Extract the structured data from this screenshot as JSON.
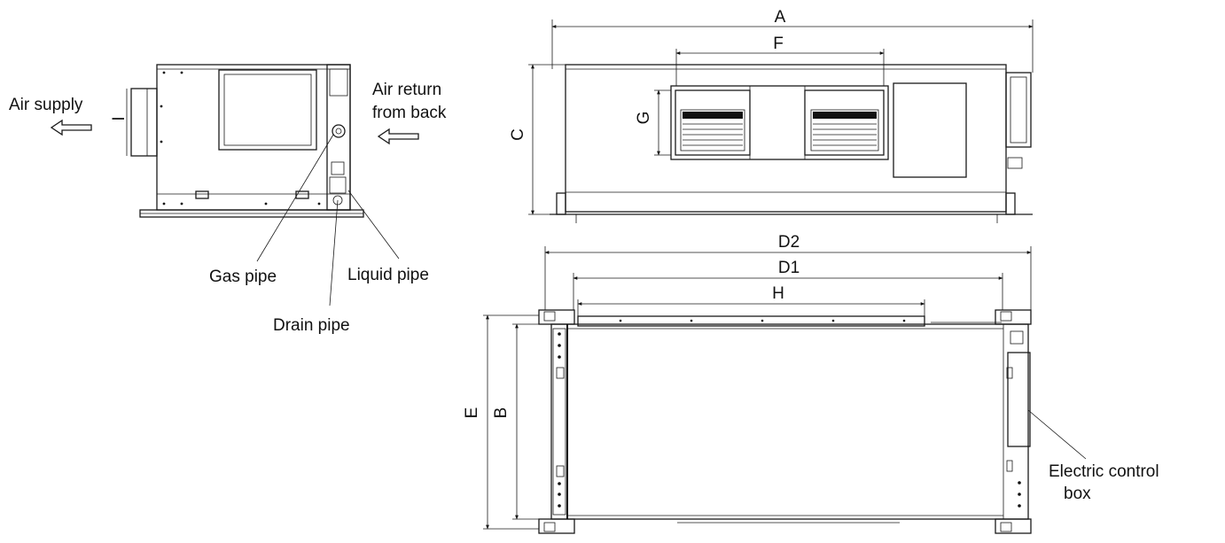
{
  "labels": {
    "air_supply": "Air supply",
    "air_return_line1": "Air return",
    "air_return_line2": "from back",
    "gas_pipe": "Gas pipe",
    "liquid_pipe": "Liquid pipe",
    "drain_pipe": "Drain  pipe",
    "electric_box_line1": "Electric control",
    "electric_box_line2": "box"
  },
  "dimensions": {
    "A": "A",
    "B": "B",
    "C": "C",
    "D1": "D1",
    "D2": "D2",
    "E": "E",
    "F": "F",
    "G": "G",
    "H": "H",
    "I": "I"
  }
}
